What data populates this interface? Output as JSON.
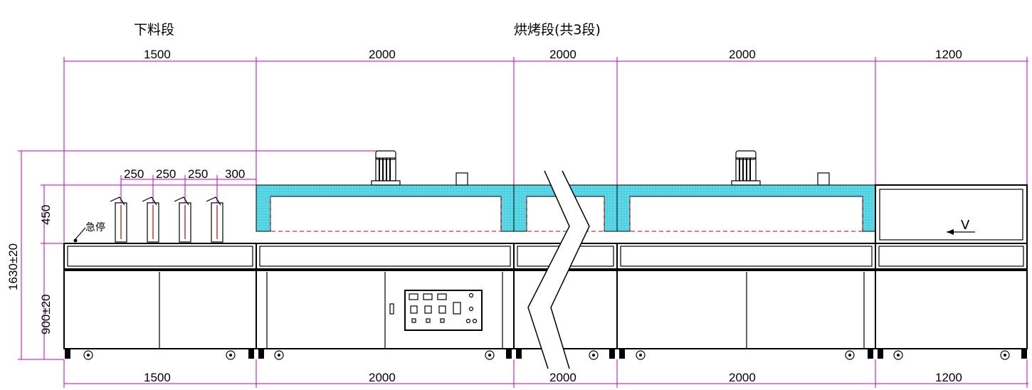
{
  "sections": {
    "unloading_label": "下料段",
    "baking_label": "烘烤段(共3段)"
  },
  "top_dims": [
    "1500",
    "2000",
    "2000",
    "2000",
    "1200"
  ],
  "bottom_dims": [
    "1500",
    "2000",
    "2000",
    "2000",
    "1200"
  ],
  "small_dims": [
    "250",
    "250",
    "250",
    "300"
  ],
  "vertical_dims": {
    "total_height": "1630±20",
    "table_height": "900±20",
    "part_height": "450"
  },
  "emergency_stop_label": "急停",
  "direction_label": "V",
  "colors": {
    "dimension": "#c000c0",
    "insulation": "#5ad8e6",
    "outline": "#000000"
  }
}
